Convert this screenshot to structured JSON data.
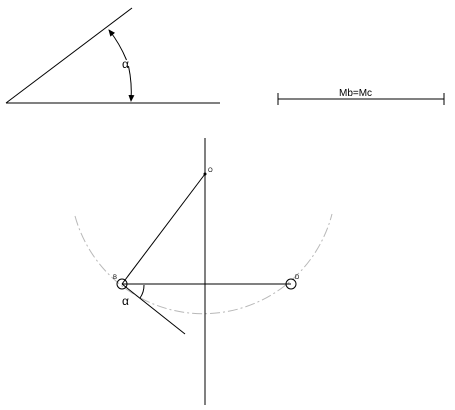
{
  "top_angle_figure": {
    "angle_label": "α"
  },
  "scale_bar": {
    "label": "Mb=Mc"
  },
  "construction": {
    "point_top": "O",
    "point_left": "B",
    "point_right": "D",
    "angle_label": "α"
  },
  "colors": {
    "stroke": "#000000",
    "arc_dashed": "#b8b8b8",
    "background": "#ffffff"
  }
}
